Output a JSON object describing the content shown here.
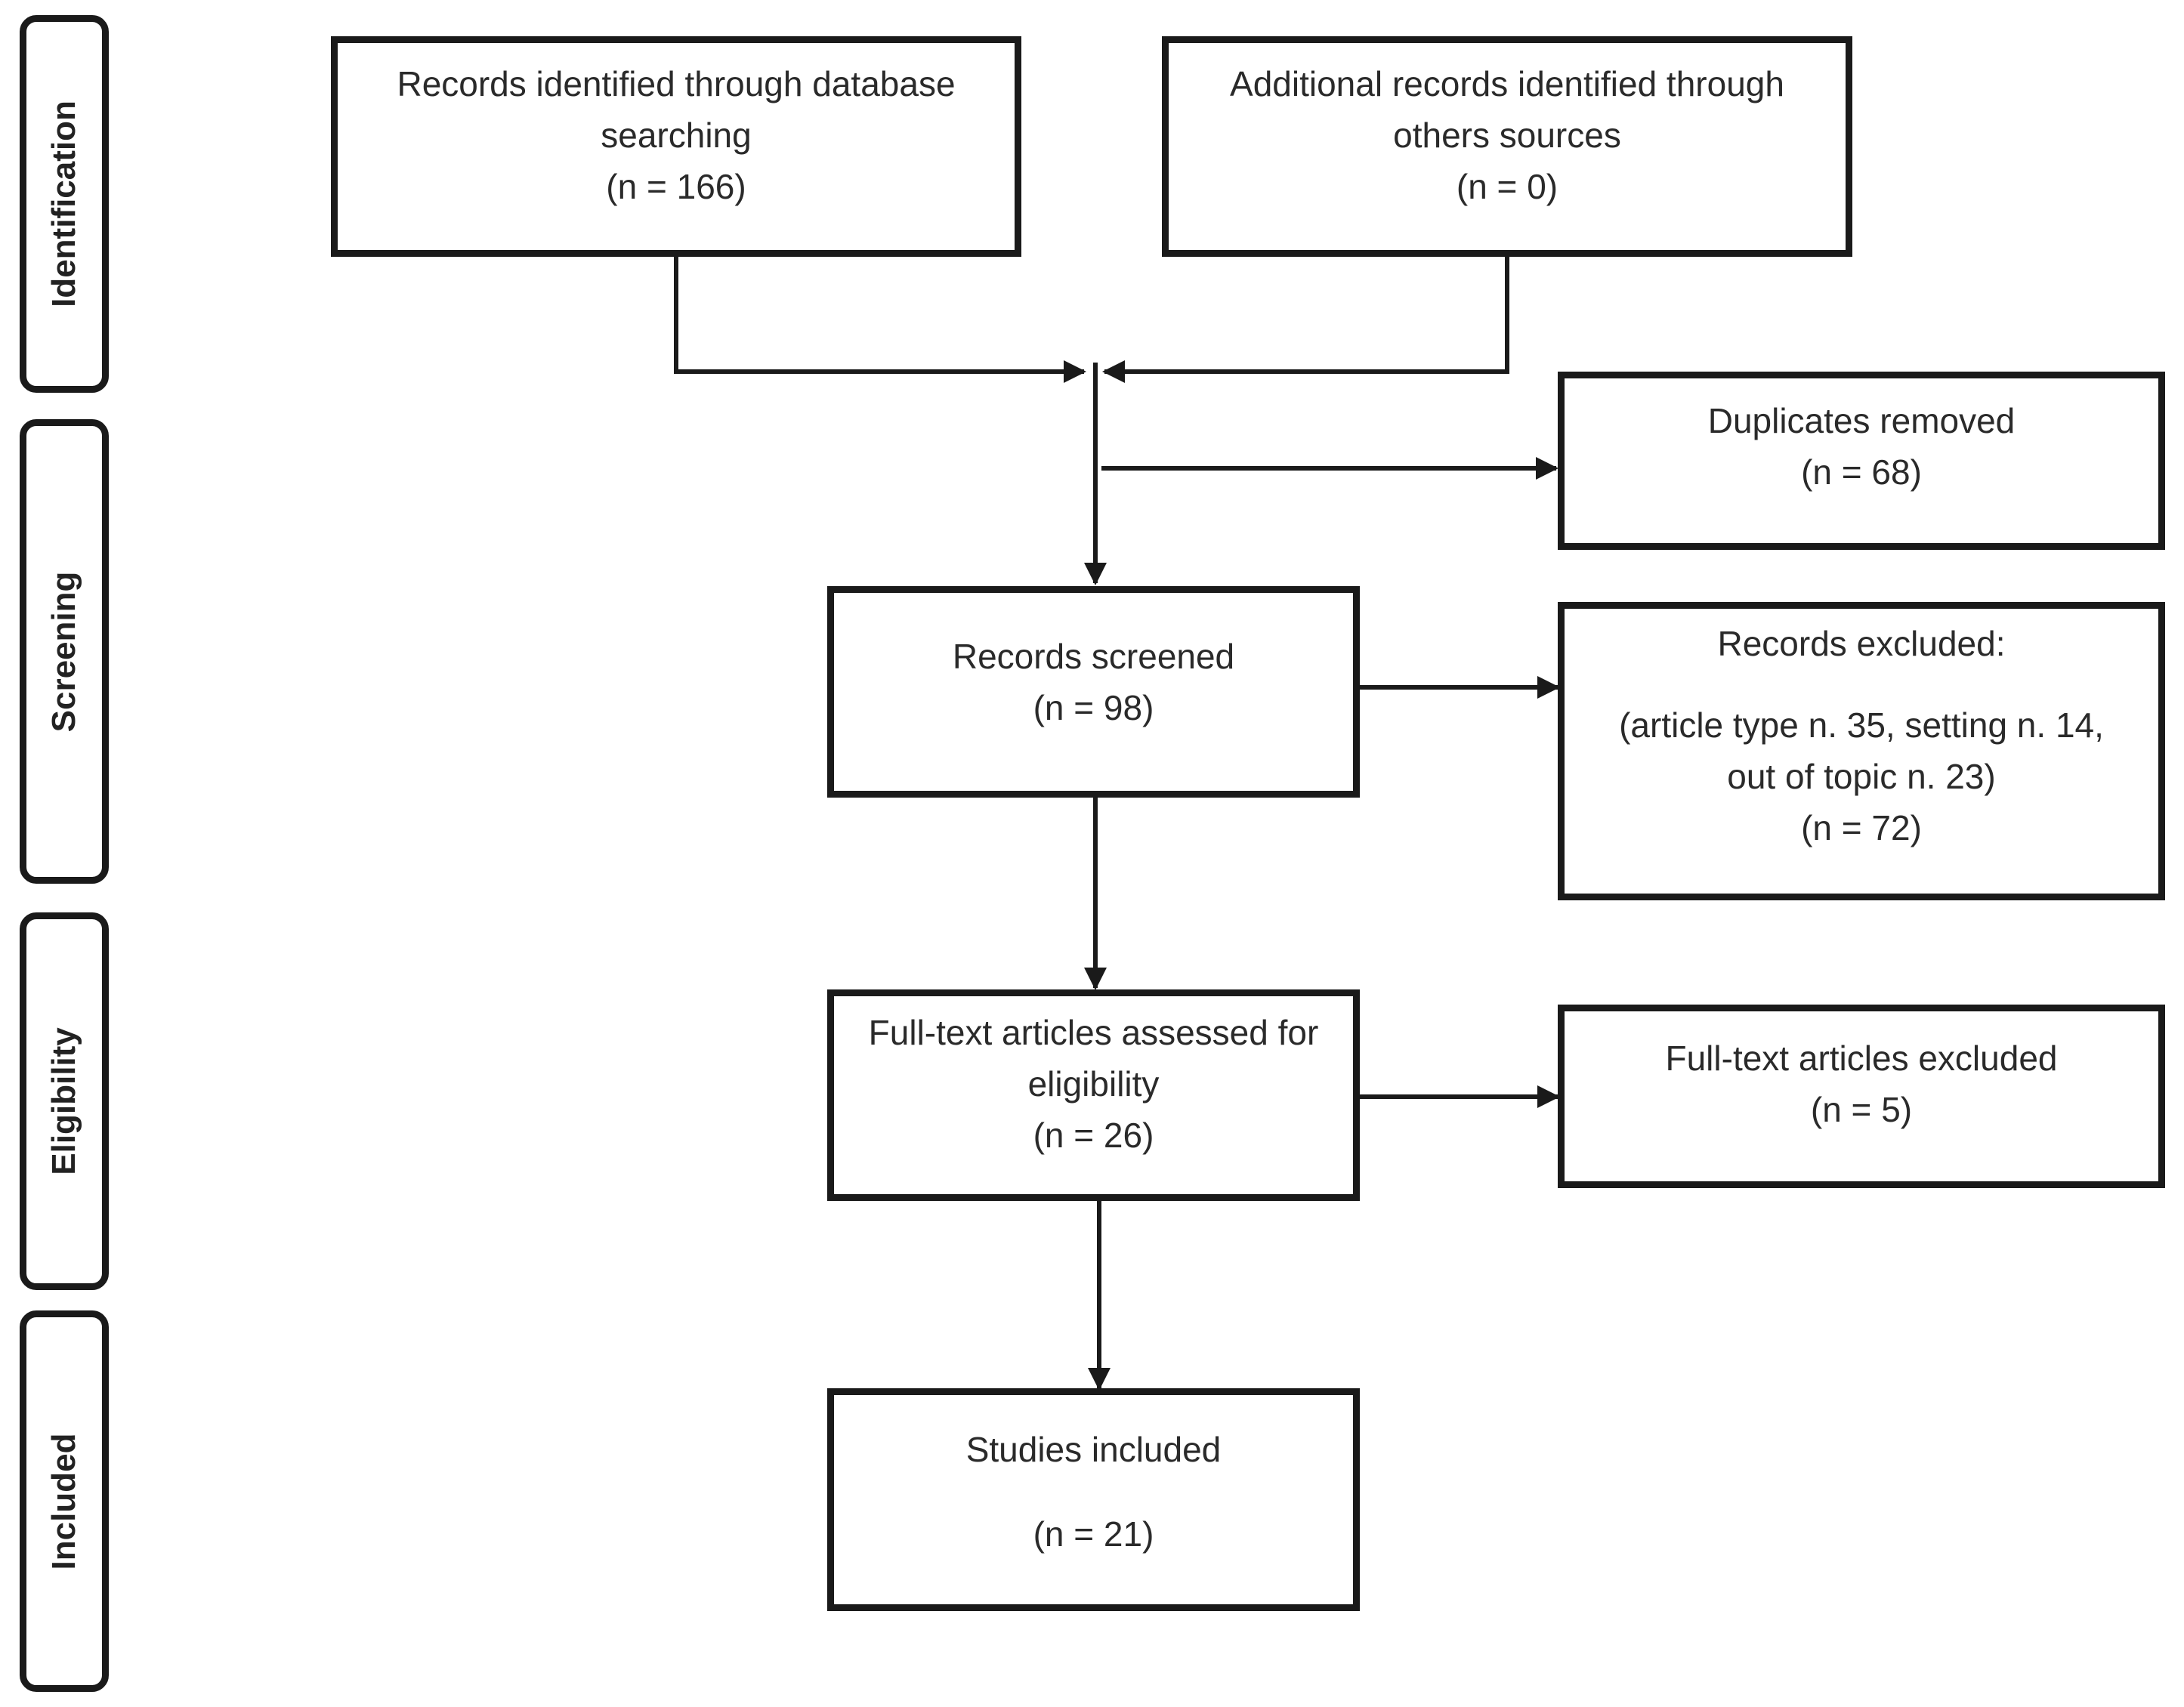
{
  "phases": [
    {
      "id": "identification",
      "label": "Identification"
    },
    {
      "id": "screening",
      "label": "Screening"
    },
    {
      "id": "eligibility",
      "label": "Eligibility"
    },
    {
      "id": "included",
      "label": "Included"
    }
  ],
  "boxes": {
    "database": {
      "line1": "Records identified through database",
      "line2": "searching",
      "count": "(n = 166)"
    },
    "additional": {
      "line1": "Additional records identified through",
      "line2": "others sources",
      "count": "(n = 0)"
    },
    "duplicates": {
      "line1": "Duplicates removed",
      "count": "(n = 68)"
    },
    "screened": {
      "line1": "Records screened",
      "count": "(n = 98)"
    },
    "excluded": {
      "title": "Records excluded:",
      "line1": "(article type n. 35, setting n. 14,",
      "line2": "out of topic n. 23)",
      "count": "(n = 72)"
    },
    "fulltext": {
      "line1": "Full-text articles assessed for",
      "line2": "eligibility",
      "count": "(n = 26)"
    },
    "fulltext_excluded": {
      "line1": "Full-text articles excluded",
      "count": "(n = 5)"
    },
    "included": {
      "line1": "Studies included",
      "count": "(n = 21)"
    }
  }
}
